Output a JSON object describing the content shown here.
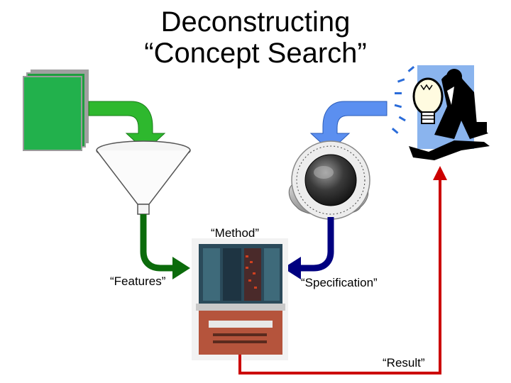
{
  "slide": {
    "title_line1": "Deconstructing",
    "title_line2": "“Concept Search”"
  },
  "labels": {
    "method": "“Method”",
    "features": "“Features”",
    "specification": "“Specification”",
    "result": "“Result”"
  },
  "icons": [
    "document-stack-icon",
    "funnel-icon",
    "dial-knob-icon",
    "lightbulb-businessman-icon",
    "computer-mainframe-icon"
  ],
  "colors": {
    "green_arrow": "#2eb82e",
    "dark_green_arrow": "#0b6b0b",
    "light_blue_arrow": "#5b8ff0",
    "navy_arrow": "#000080",
    "red_arrow": "#cc0000",
    "document_green": "#22b14c"
  }
}
